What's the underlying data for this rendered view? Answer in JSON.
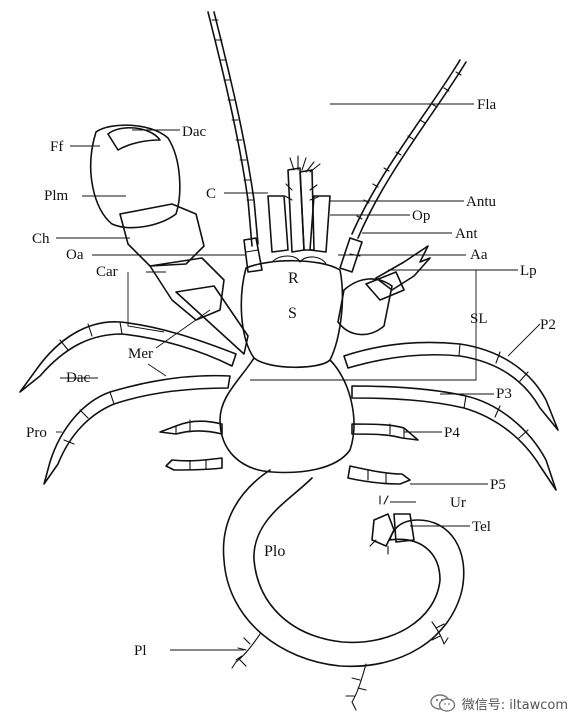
{
  "labels": {
    "fla": "Fla",
    "dac_claw": "Dac",
    "ff": "Ff",
    "plm": "Plm",
    "c": "C",
    "antu": "Antu",
    "op": "Op",
    "ch": "Ch",
    "ant": "Ant",
    "oa": "Oa",
    "aa": "Aa",
    "car": "Car",
    "r": "R",
    "lp": "Lp",
    "s": "S",
    "sl": "SL",
    "p2": "P2",
    "mer": "Mer",
    "dac_leg": "Dac",
    "p3": "P3",
    "pro": "Pro",
    "p4": "P4",
    "p5": "P5",
    "ur": "Ur",
    "tel": "Tel",
    "plo": "Plo",
    "pl": "Pl"
  },
  "watermark": {
    "text": "微信号: iltawcom",
    "icon": "wechat-icon"
  }
}
